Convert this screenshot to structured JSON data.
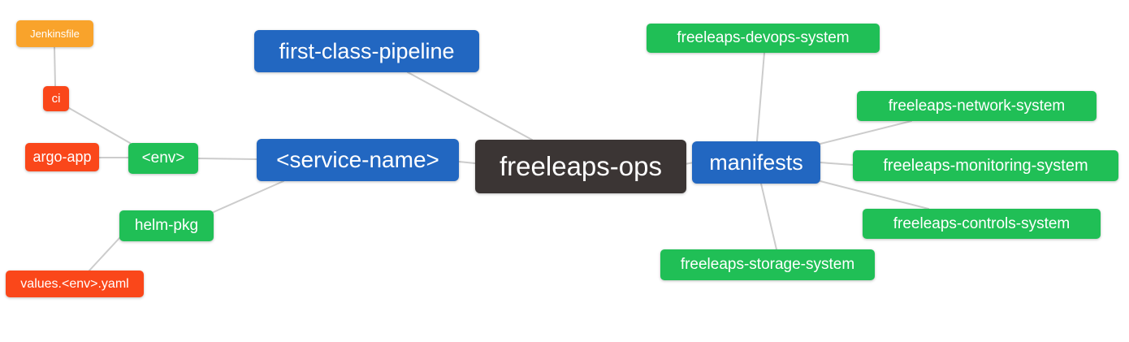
{
  "diagram": {
    "type": "mindmap",
    "background": "#ffffff",
    "edge_color": "#cccccc"
  },
  "palette": {
    "blue": "#2267c1",
    "green": "#20bf56",
    "red_orange": "#fa471a",
    "amber": "#f9a32b",
    "dark": "#3b3534",
    "line_gray": "#cccccc",
    "text": "#ffffff"
  },
  "nodes": {
    "jenkinsfile": {
      "label": "Jenkinsfile",
      "color": "#f9a32b"
    },
    "ci": {
      "label": "ci",
      "color": "#fa471a"
    },
    "argo_app": {
      "label": "argo-app",
      "color": "#fa471a"
    },
    "env": {
      "label": "<env>",
      "color": "#20bf56"
    },
    "service_name": {
      "label": "<service-name>",
      "color": "#2267c1"
    },
    "first_class_pipeline": {
      "label": "first-class-pipeline",
      "color": "#2267c1"
    },
    "freeleaps_ops": {
      "label": "freeleaps-ops",
      "color": "#3b3534"
    },
    "manifests": {
      "label": "manifests",
      "color": "#2267c1"
    },
    "helm_pkg": {
      "label": "helm-pkg",
      "color": "#20bf56"
    },
    "values_env_yaml": {
      "label": "values.<env>.yaml",
      "color": "#fa471a"
    },
    "devops_system": {
      "label": "freeleaps-devops-system",
      "color": "#20bf56"
    },
    "network_system": {
      "label": "freeleaps-network-system",
      "color": "#20bf56"
    },
    "monitoring_system": {
      "label": "freeleaps-monitoring-system",
      "color": "#20bf56"
    },
    "controls_system": {
      "label": "freeleaps-controls-system",
      "color": "#20bf56"
    },
    "storage_system": {
      "label": "freeleaps-storage-system",
      "color": "#20bf56"
    }
  },
  "edges": [
    {
      "from": "jenkinsfile",
      "to": "ci"
    },
    {
      "from": "ci",
      "to": "env"
    },
    {
      "from": "argo_app",
      "to": "env"
    },
    {
      "from": "env",
      "to": "service_name"
    },
    {
      "from": "service_name",
      "to": "freeleaps_ops"
    },
    {
      "from": "first_class_pipeline",
      "to": "freeleaps_ops"
    },
    {
      "from": "helm_pkg",
      "to": "service_name"
    },
    {
      "from": "helm_pkg",
      "to": "values_env_yaml"
    },
    {
      "from": "freeleaps_ops",
      "to": "manifests"
    },
    {
      "from": "manifests",
      "to": "devops_system"
    },
    {
      "from": "manifests",
      "to": "network_system"
    },
    {
      "from": "manifests",
      "to": "monitoring_system"
    },
    {
      "from": "manifests",
      "to": "controls_system"
    },
    {
      "from": "manifests",
      "to": "storage_system"
    }
  ]
}
